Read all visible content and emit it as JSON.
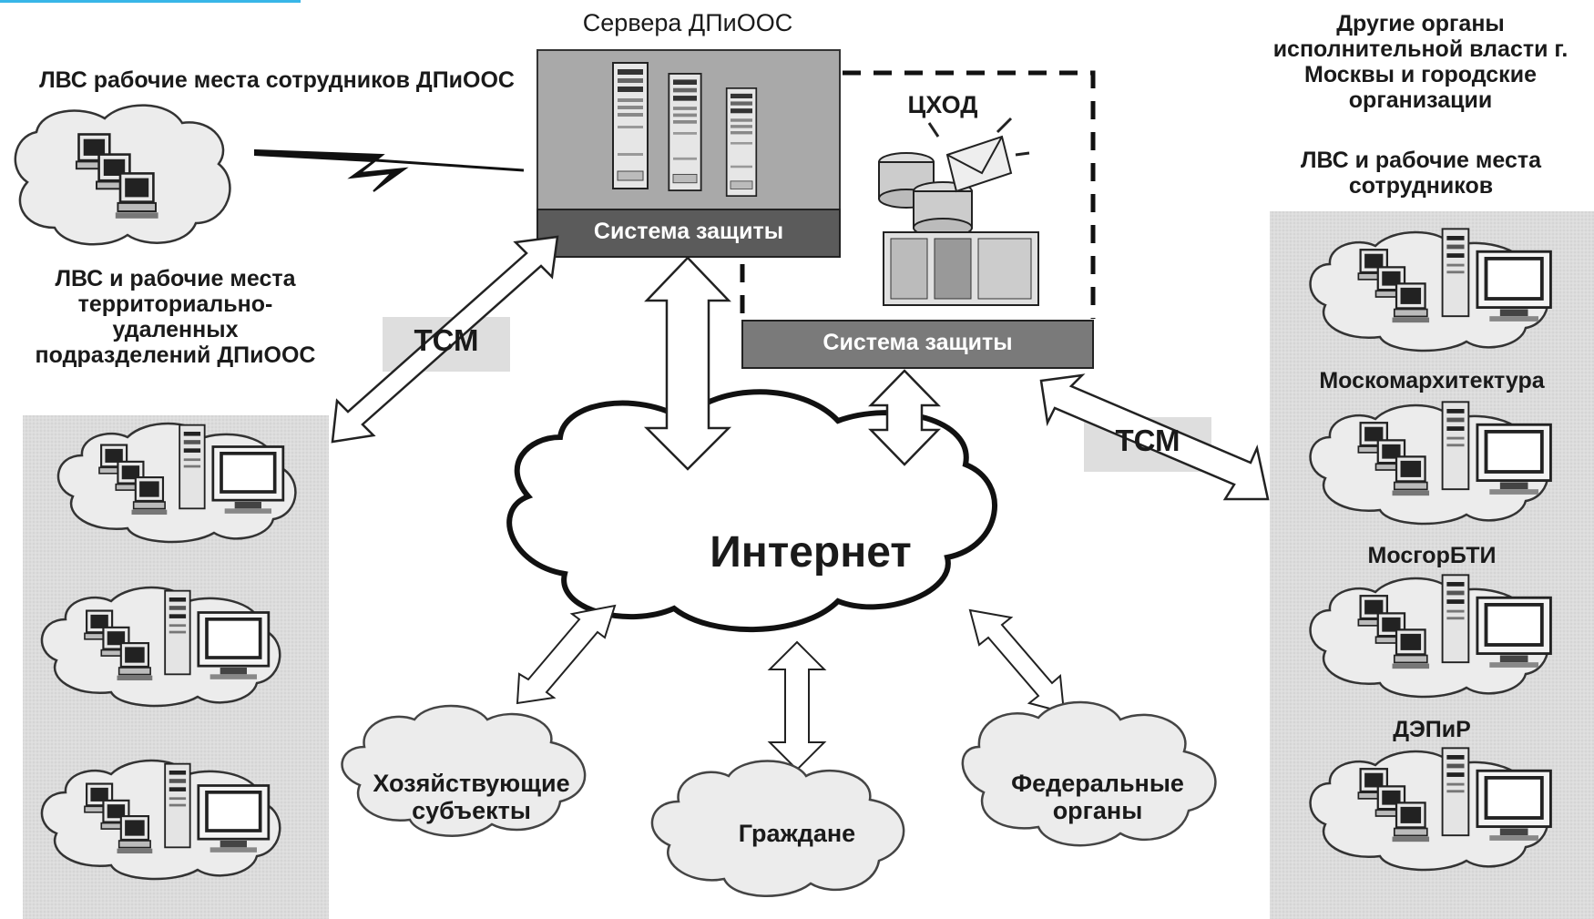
{
  "labels": {
    "lan_employees": "ЛВС рабочие места сотрудников ДПиООС",
    "servers_title": "Сервера ДПиООС",
    "protection_servers": "Система защиты",
    "chod_title": "ЦХОД",
    "protection_chod": "Система защиты",
    "remote_units": "ЛВС и рабочие места территориально-удаленных подразделений ДПиООС",
    "tcm_left": "ТСМ",
    "tcm_right": "ТСМ",
    "other_bodies": "Другие органы исполнительной власти г. Москвы и городские организации",
    "lan_staff": "ЛВС и рабочие места сотрудников",
    "internet": "Интернет",
    "moskomarch": "Москомархитектура",
    "mosgorbti": "МосгорБТИ",
    "depir": "ДЭПиР",
    "economic_entities": "Хозяйствующие субъекты",
    "citizens": "Граждане",
    "federal_bodies": "Федеральные органы"
  },
  "colors": {
    "server_box": "#a9a9a9",
    "protection_bar_dark": "#5b5b5b",
    "protection_bar_mid": "#7a7a7a",
    "panel": "#dcdcdc",
    "cloud_fill": "#ededed",
    "accent_line": "#38b6e8"
  },
  "icons": {
    "servers": "server-rack-icon",
    "workstation": "computer-workstation-icon",
    "lightning": "lightning-link-icon",
    "storage": "data-storage-icon"
  }
}
